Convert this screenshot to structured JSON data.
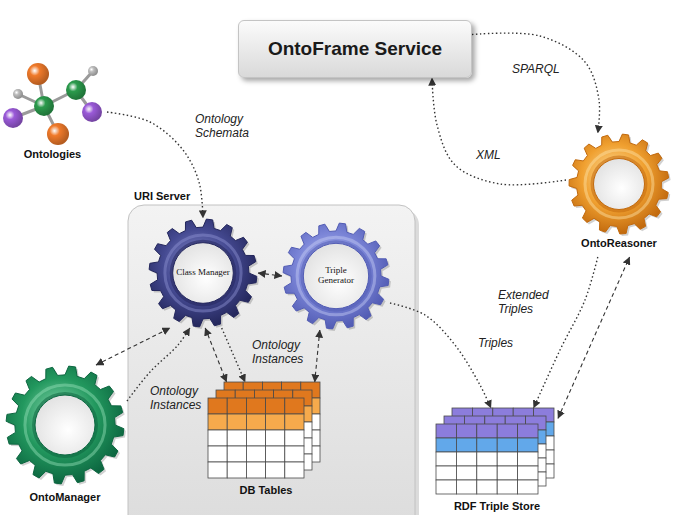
{
  "diagram": {
    "nodes": [
      {
        "text": [
          "OntoFrame Service"
        ]
      },
      {
        "text": [
          "Ontologies"
        ]
      },
      {
        "text": [
          "URI Server"
        ]
      },
      {
        "text": [
          "Class Manager"
        ],
        "in": 2
      },
      {
        "text": [
          "Triple Generator"
        ],
        "in": 2
      },
      {
        "text": [
          "OntoReasoner"
        ]
      },
      {
        "text": [
          "DB Tables"
        ],
        "in": 2
      },
      {
        "text": [
          "OntoManager"
        ]
      },
      {
        "text": [
          "RDF Triple Store"
        ]
      }
    ],
    "edges": [
      {
        "from": 1,
        "to": 3,
        "arrow": "to",
        "label": "Ontology Schemata"
      },
      {
        "from": 0,
        "to": 5,
        "arrow": "to",
        "label": "SPARQL"
      },
      {
        "from": 5,
        "to": 0,
        "arrow": "to",
        "label": "XML"
      },
      {
        "from": 3,
        "to": 4,
        "arrow": "both"
      },
      {
        "from": 7,
        "to": 3,
        "arrow": "both"
      },
      {
        "from": 7,
        "to": 3,
        "arrow": "to",
        "label": "Ontology Instances"
      },
      {
        "from": 3,
        "to": 6,
        "arrow": "both"
      },
      {
        "from": 3,
        "to": 6,
        "arrow": "to",
        "label": "Ontology Instances"
      },
      {
        "from": 4,
        "to": 6,
        "arrow": "both"
      },
      {
        "from": 4,
        "to": 8,
        "arrow": "to",
        "label": "Triples"
      },
      {
        "from": 5,
        "to": 8,
        "arrow": "to",
        "label": "Extended Triples"
      },
      {
        "from": 8,
        "to": 5,
        "arrow": "both"
      }
    ]
  }
}
